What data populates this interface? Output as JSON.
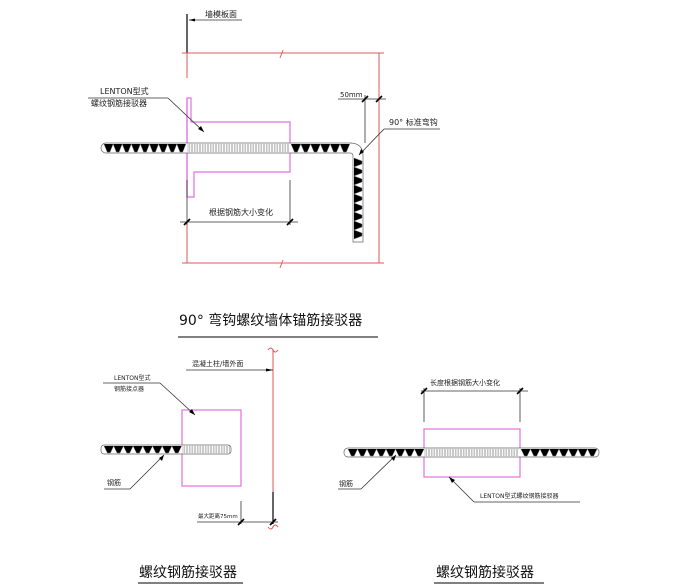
{
  "diagram1": {
    "title": "90° 弯钩螺纹墙体锚筋接驳器",
    "label_formwork": "墙模板面",
    "label_coupler_line1": "LENTON型式",
    "label_coupler_line2": "螺纹钢筋接驳器",
    "label_50mm": "50mm",
    "label_hook": "90° 标准弯钩",
    "label_length": "根据钢筋大小变化"
  },
  "diagram2": {
    "title": "螺纹钢筋接驳器",
    "label_face": "混凝土柱/墙外面",
    "label_coupler_line1": "LENTON型式",
    "label_coupler_line2": "钢筋接点器",
    "label_rebar": "钢筋",
    "label_maxdist": "最大距离75mm"
  },
  "diagram3": {
    "title": "螺纹钢筋接驳器",
    "label_length": "长度根据钢筋大小变化",
    "label_rebar": "钢筋",
    "label_coupler": "LENTON型式螺纹钢筋接驳器"
  },
  "colors": {
    "wall_line": "#e05a5a",
    "coupler": "#e070e0",
    "rebar": "#666666"
  }
}
